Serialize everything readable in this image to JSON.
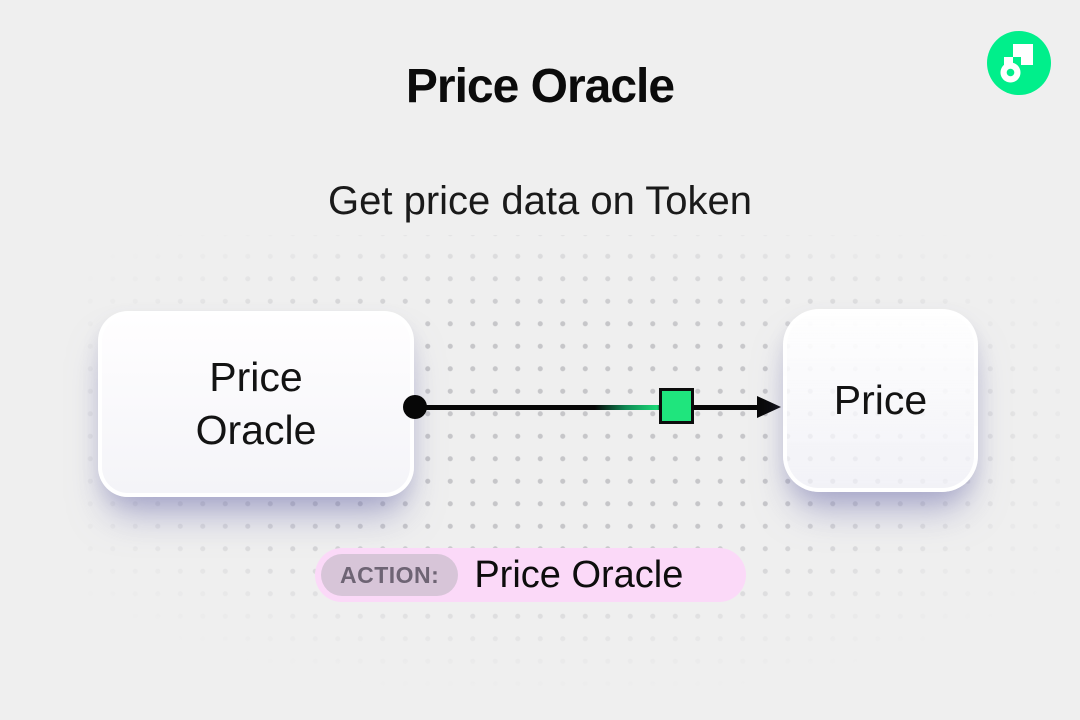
{
  "header": {
    "title": "Price Oracle",
    "subtitle": "Get price data on Token"
  },
  "logo": {
    "name": "flow-logo",
    "color": "#00ef8b"
  },
  "diagram": {
    "source_node": {
      "label": "Price\nOracle"
    },
    "target_node": {
      "label": "Price"
    },
    "connector": {
      "line_color": "#070707",
      "marker_color": "#1fe57d"
    }
  },
  "action_bar": {
    "badge_label": "ACTION:",
    "action_label": "Price Oracle",
    "pill_color": "#fbd9f8",
    "badge_color": "#d7c5d8"
  },
  "background": {
    "color": "#efefef",
    "dot_color": "#c6c6c9"
  }
}
